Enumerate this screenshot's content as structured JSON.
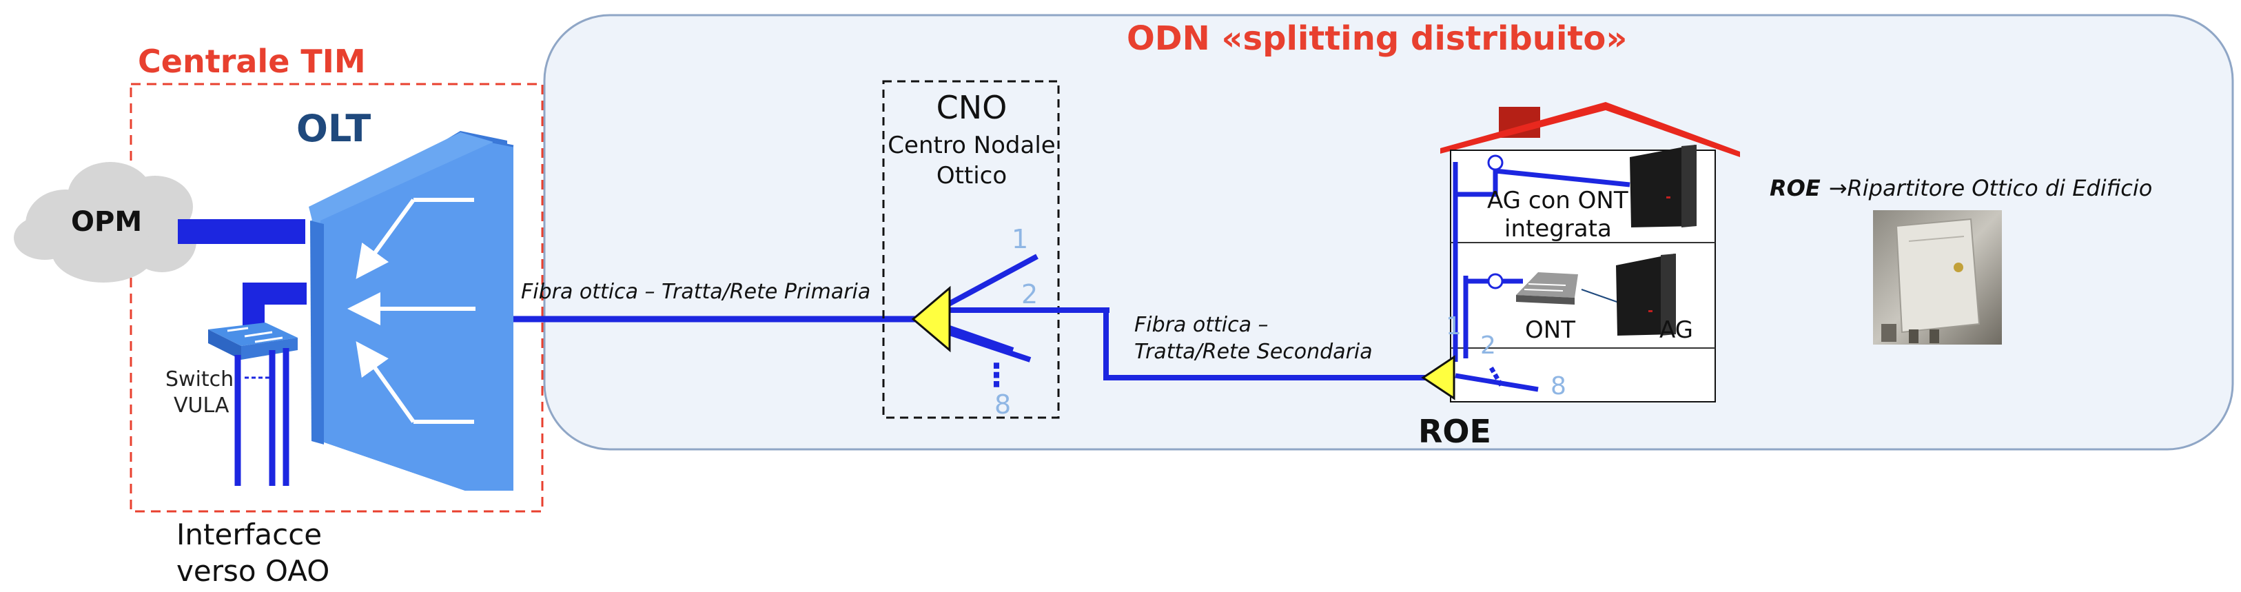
{
  "titles": {
    "central": "Centrale TIM",
    "odn": "ODN «splitting distribuito»"
  },
  "labels": {
    "olt": "OLT",
    "opm": "OPM",
    "switch_line1": "Switch",
    "switch_line2": "VULA",
    "interfaces_line1": "Interfacce",
    "interfaces_line2": "verso OAO",
    "cno": "CNO",
    "cno_desc_line1": "Centro Nodale",
    "cno_desc_line2": "Ottico",
    "fiber_primary": "Fibra ottica – Tratta/Rete Primaria",
    "fiber_secondary_line1": "Fibra ottica –",
    "fiber_secondary_line2": "Tratta/Rete Secondaria",
    "ag_ont_line1": "AG con ONT",
    "ag_ont_line2": "integrata",
    "ont": "ONT",
    "ag": "AG",
    "roe": "ROE",
    "roe_def_abbr": "ROE",
    "roe_def_arrow": "→",
    "roe_def_text": "Ripartitore Ottico di Edificio"
  },
  "splitter_ports": {
    "cno": [
      "1",
      "2",
      "8"
    ],
    "roe": [
      "1",
      "2",
      "8"
    ],
    "ellipsis": "⋮"
  },
  "colors": {
    "title_red": "#e8402f",
    "olt_blue": "#1f497d",
    "fiber_blue": "#1c26e0",
    "olt_fill": "#5b9bef",
    "olt_dark": "#3a78d8",
    "odn_bg": "#eef3fa",
    "odn_border": "#8fa6c6",
    "splitter_yellow": "#ffff40",
    "port_label": "#8fb6e4",
    "house_red": "#e8281e"
  }
}
